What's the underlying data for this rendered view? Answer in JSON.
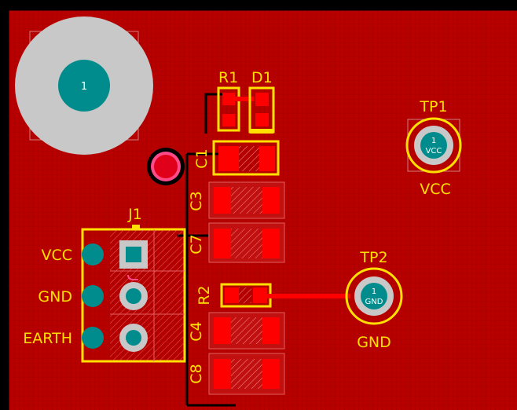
{
  "colors": {
    "board": "#b80000",
    "copper": "#ff0000",
    "silk": "#ffe000",
    "pad_gray": "#c8c8c8",
    "pad_teal": "#008c8c",
    "trace_black": "#000000",
    "keepout": "#000000"
  },
  "designators": {
    "r1": "R1",
    "d1": "D1",
    "c1": "C1",
    "c3": "C3",
    "c7": "C7",
    "r2": "R2",
    "c4": "C4",
    "c8": "C8",
    "j1": "J1",
    "tp1": "TP1",
    "tp2": "TP2"
  },
  "net_labels": {
    "vcc": "VCC",
    "gnd": "GND",
    "earth": "EARTH",
    "tp1_net": "VCC",
    "tp2_net": "GND"
  },
  "pad_numbers": {
    "mount": "1",
    "tp1_pad": "1",
    "tp2_pad": "1"
  },
  "pad_nets": {
    "tp1_pad_net": "VCC",
    "tp2_pad_net": "GND"
  }
}
